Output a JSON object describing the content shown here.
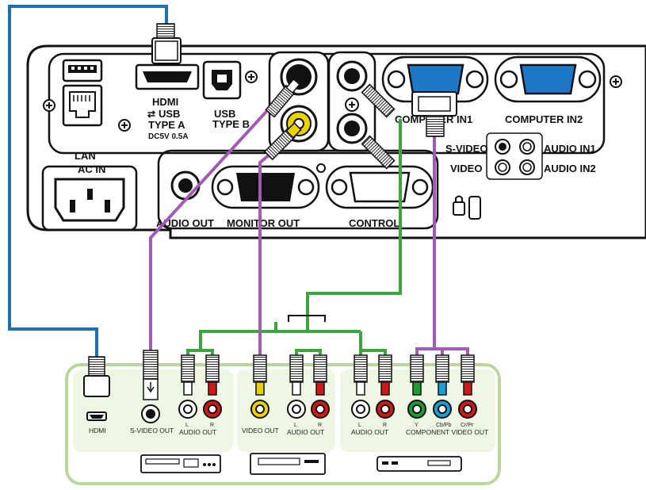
{
  "projector": {
    "ports": {
      "hdmi": "HDMI",
      "usb_a_line1": "USB",
      "usb_a_line2": "TYPE A",
      "usb_a_power": "DC5V 0.5A",
      "usb_b_line1": "USB",
      "usb_b_line2": "TYPE B",
      "lan": "LAN",
      "ac_in": "AC IN",
      "computer_in1": "COMPUTER IN1",
      "computer_in2": "COMPUTER IN2",
      "s_video": "S-VIDEO",
      "video": "VIDEO",
      "audio_in1": "AUDIO IN1",
      "audio_in2": "AUDIO IN2",
      "audio_out": "AUDIO OUT",
      "monitor_out": "MONITOR OUT",
      "control": "CONTROL"
    }
  },
  "devices": {
    "group1": {
      "hdmi": "HDMI",
      "s_video_out": "S-VIDEO OUT",
      "audio_l": "L",
      "audio_r": "R",
      "audio_out": "AUDIO OUT"
    },
    "group2": {
      "video_out": "VIDEO OUT",
      "audio_l": "L",
      "audio_r": "R",
      "audio_out": "AUDIO OUT"
    },
    "group3": {
      "audio_l": "L",
      "audio_r": "R",
      "audio_out": "AUDIO OUT",
      "y": "Y",
      "cb_pb": "Cb/Pb",
      "cr_pr": "Cr/Pr",
      "component_video_out": "COMPONENT VIDEO OUT"
    }
  },
  "colors": {
    "hdmi_cable": "#1f6fb5",
    "video_cable": "#a25bb5",
    "audio_cable": "#3ea53e",
    "device_frame": "#b9d99a",
    "jack_yellow": "#e9d200",
    "jack_red": "#d01818",
    "jack_green": "#1f9a35",
    "jack_blue": "#1aa0d8"
  }
}
